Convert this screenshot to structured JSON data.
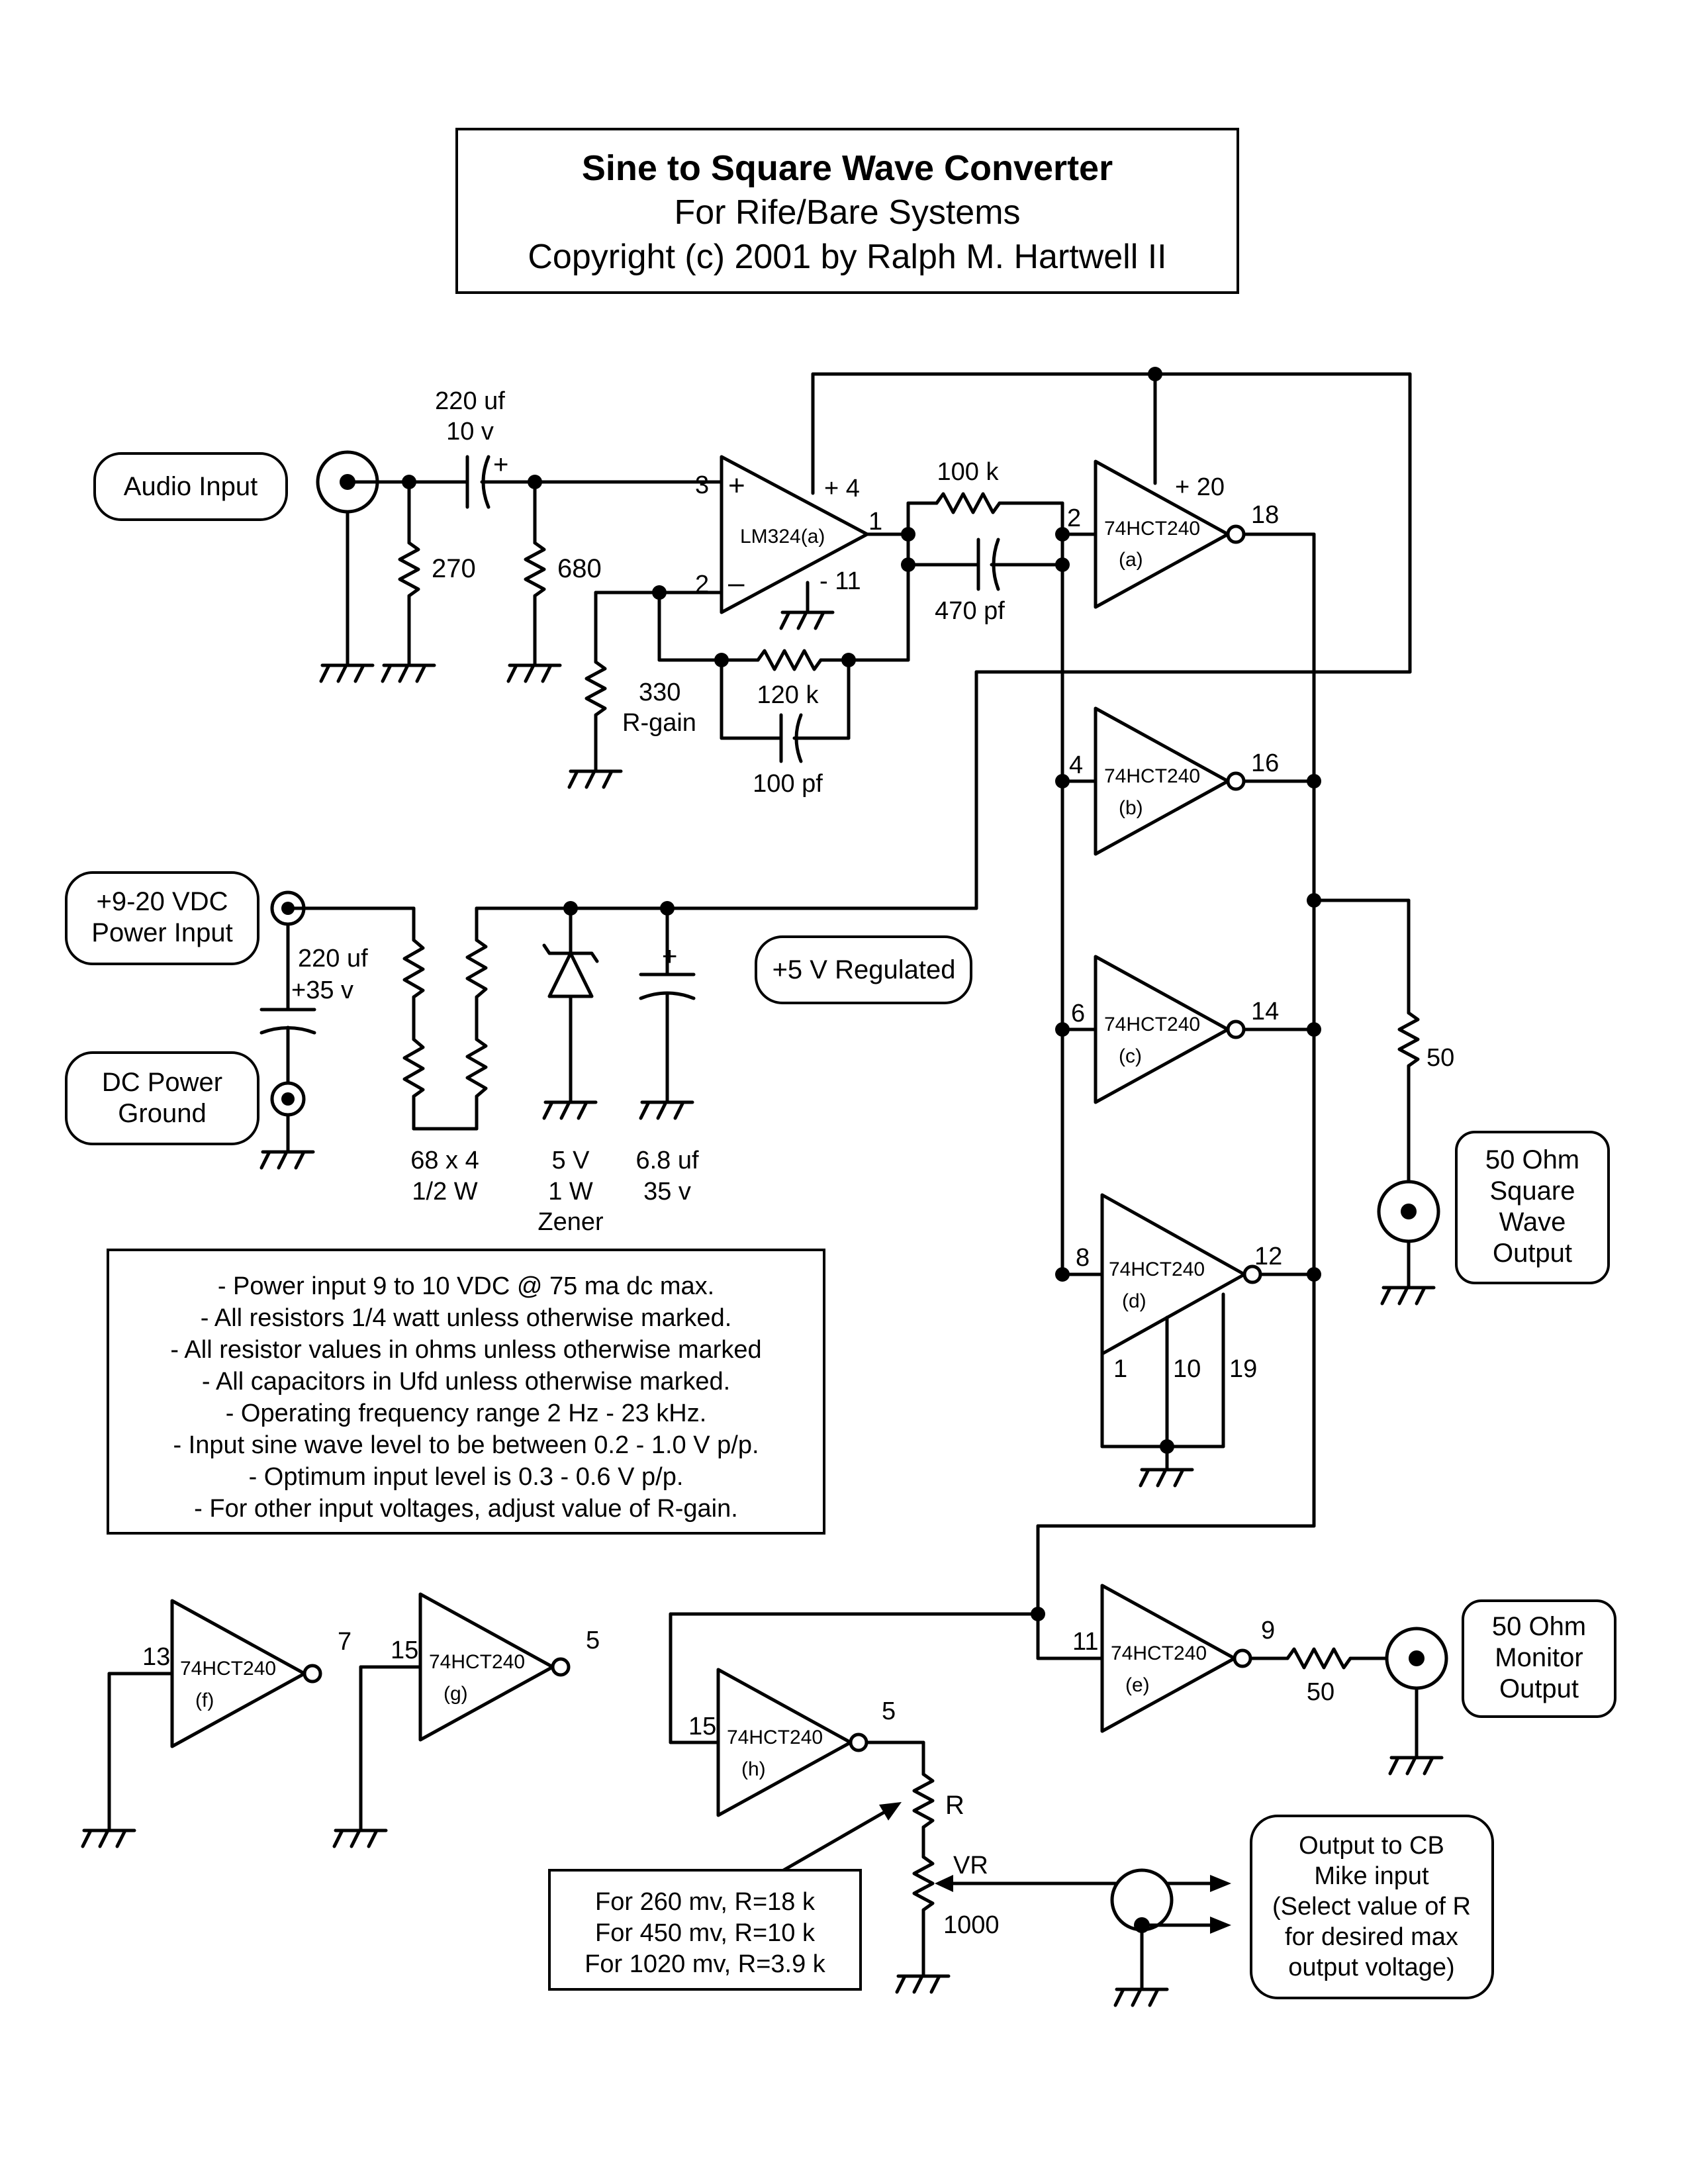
{
  "title": {
    "line1": "Sine to Square Wave Converter",
    "line2": "For Rife/Bare Systems",
    "line3": "Copyright (c) 2001 by Ralph M. Hartwell II"
  },
  "labels": {
    "audio_input": "Audio Input",
    "power_input_l1": "+9-20 VDC",
    "power_input_l2": "Power Input",
    "dc_ground_l1": "DC Power",
    "dc_ground_l2": "Ground",
    "regulated": "+5 V Regulated",
    "out50_l1": "50 Ohm",
    "out50_l2": "Square",
    "out50_l3": "Wave",
    "out50_l4": "Output",
    "mon_l1": "50 Ohm",
    "mon_l2": "Monitor",
    "mon_l3": "Output",
    "cb_l1": "Output to CB",
    "cb_l2": "Mike input",
    "cb_l3": "(Select value of R",
    "cb_l4": "for desired max",
    "cb_l5": "output voltage)"
  },
  "components": {
    "c_in_l1": "220 uf",
    "c_in_l2": "10 v",
    "c_in_plus": "+",
    "r270": "270",
    "r680": "680",
    "r330_l1": "330",
    "r330_l2": "R-gain",
    "r120k": "120 k",
    "c100pf": "100 pf",
    "r100k": "100 k",
    "c470pf": "470 pf",
    "opamp": "LM324(a)",
    "op_plus": "+",
    "op_minus": "–",
    "op_pin3": "3",
    "op_pin2": "2",
    "op_pin1": "1",
    "op_v4": "+ 4",
    "op_v11": "- 11",
    "c220_l1": "220 uf",
    "c220_l2": "+35 v",
    "r68_l1": "68 x 4",
    "r68_l2": "1/2 W",
    "z_l1": "5 V",
    "z_l2": "1 W",
    "z_l3": "Zener",
    "c68_l1": "6.8 uf",
    "c68_l2": "35 v",
    "r50a": "50",
    "r50b": "50",
    "r_label": "R",
    "vr_label": "VR",
    "vr_value": "1000",
    "plus20": "+ 20"
  },
  "gates": [
    {
      "name": "74HCT240",
      "sub": "(a)",
      "pin_in": "2",
      "pin_out": "18"
    },
    {
      "name": "74HCT240",
      "sub": "(b)",
      "pin_in": "4",
      "pin_out": "16"
    },
    {
      "name": "74HCT240",
      "sub": "(c)",
      "pin_in": "6",
      "pin_out": "14"
    },
    {
      "name": "74HCT240",
      "sub": "(d)",
      "pin_in": "8",
      "pin_out": "12"
    },
    {
      "name": "74HCT240",
      "sub": "(e)",
      "pin_in": "11",
      "pin_out": "9"
    },
    {
      "name": "74HCT240",
      "sub": "(f)",
      "pin_in": "13",
      "pin_out": "7"
    },
    {
      "name": "74HCT240",
      "sub": "(g)",
      "pin_in": "15",
      "pin_out": "5"
    },
    {
      "name": "74HCT240",
      "sub": "(h)",
      "pin_in": "15",
      "pin_out": "5"
    }
  ],
  "gate_d_pins": [
    "1",
    "10",
    "19"
  ],
  "notes": [
    "- Power input 9 to 10 VDC @ 75 ma dc max.",
    "- All resistors 1/4 watt unless otherwise marked.",
    "- All resistor values in ohms unless otherwise marked",
    "- All capacitors in Ufd unless otherwise marked.",
    "- Operating frequency range 2 Hz - 23 kHz.",
    "- Input sine wave level to be between 0.2 - 1.0 V p/p.",
    "- Optimum input level is 0.3 - 0.6 V p/p.",
    "- For other input voltages, adjust value of R-gain."
  ],
  "r_table": [
    "For 260 mv, R=18 k",
    "For 450 mv, R=10 k",
    "For 1020 mv, R=3.9 k"
  ]
}
